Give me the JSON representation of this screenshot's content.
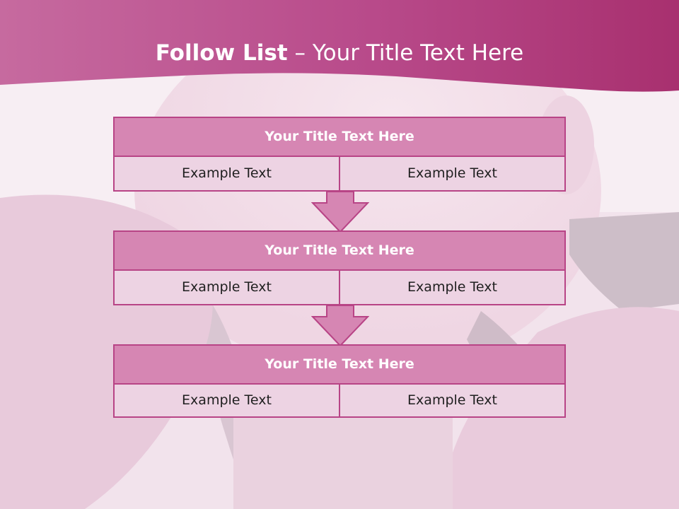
{
  "title": {
    "bold": "Follow List",
    "rest": " – Your Title Text Here"
  },
  "colors": {
    "header_band": "#c04a8c",
    "block_header": "#d686b3",
    "block_cell": "#edd3e3",
    "border": "#b84486"
  },
  "background": {
    "description_icon": "baby-photo-background"
  },
  "blocks": [
    {
      "title": "Your Title Text Here",
      "left": "Example Text",
      "right": "Example Text"
    },
    {
      "title": "Your Title Text Here",
      "left": "Example Text",
      "right": "Example Text"
    },
    {
      "title": "Your Title Text Here",
      "left": "Example Text",
      "right": "Example Text"
    }
  ]
}
